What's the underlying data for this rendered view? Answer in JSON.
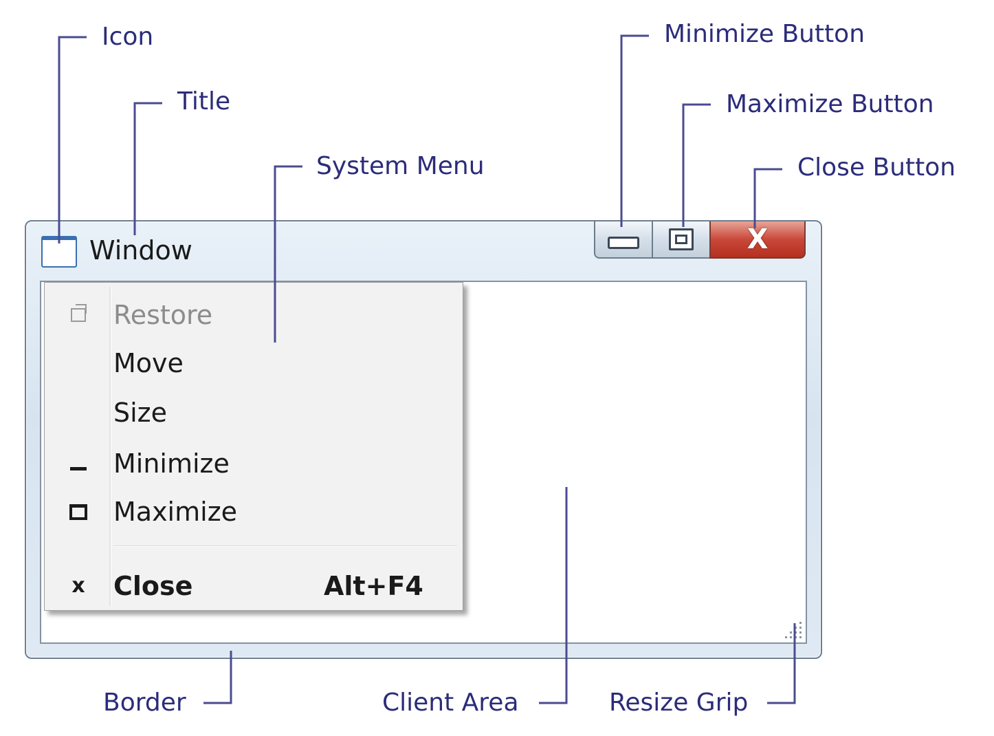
{
  "window": {
    "title": "Window"
  },
  "caption_buttons": {
    "close_glyph": "X"
  },
  "system_menu": {
    "items": [
      {
        "label": "Restore",
        "icon": "restore-icon",
        "enabled": false
      },
      {
        "label": "Move",
        "icon": "",
        "enabled": true
      },
      {
        "label": "Size",
        "icon": "",
        "enabled": true
      },
      {
        "label": "Minimize",
        "icon": "minimize-icon",
        "enabled": true
      },
      {
        "label": "Maximize",
        "icon": "maximize-icon",
        "enabled": true
      },
      {
        "label": "Close",
        "icon": "close-icon",
        "enabled": true,
        "bold": true,
        "shortcut": "Alt+F4"
      }
    ],
    "close_glyph": "x"
  },
  "callouts": {
    "icon": "Icon",
    "title": "Title",
    "system_menu": "System Menu",
    "minimize_button": "Minimize Button",
    "maximize_button": "Maximize Button",
    "close_button": "Close Button",
    "border": "Border",
    "client_area": "Client Area",
    "resize_grip": "Resize Grip"
  },
  "colors": {
    "callout_text": "#2b2c7a",
    "leader_line": "#4a4b8f",
    "close_button": "#c9483a"
  }
}
